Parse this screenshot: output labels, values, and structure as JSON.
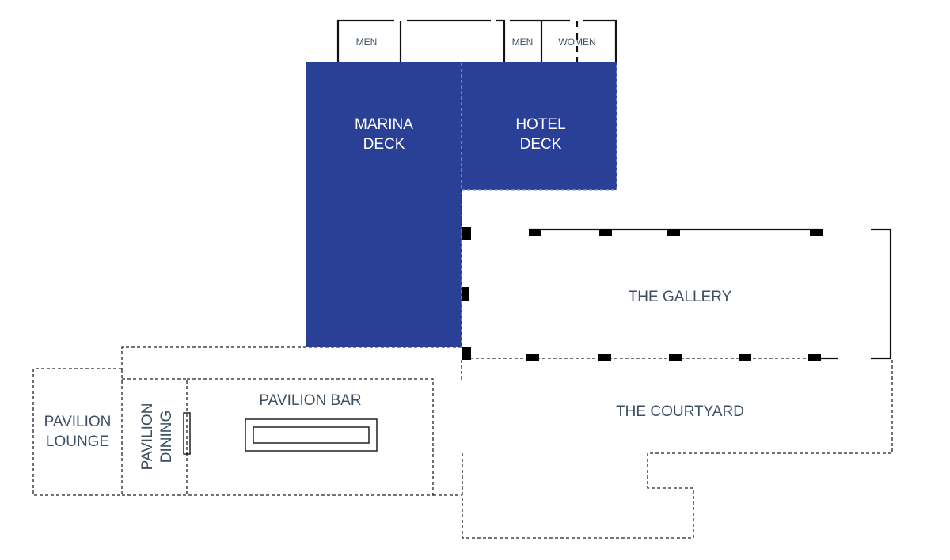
{
  "colors": {
    "deck_fill": "#2a3f96",
    "label_text": "#3d4f62",
    "deck_label_text": "#ffffff",
    "wall": "#111111",
    "background": "#ffffff"
  },
  "spaces": {
    "marina_deck": {
      "line1": "MARINA",
      "line2": "DECK",
      "highlighted": true
    },
    "hotel_deck": {
      "line1": "HOTEL",
      "line2": "DECK",
      "highlighted": true
    },
    "the_gallery": {
      "label": "THE GALLERY",
      "highlighted": false
    },
    "the_courtyard": {
      "label": "THE COURTYARD",
      "highlighted": false
    },
    "pavilion_bar": {
      "label": "PAVILION BAR",
      "highlighted": false
    },
    "pavilion_lounge": {
      "line1": "PAVILION",
      "line2": "LOUNGE",
      "highlighted": false
    },
    "pavilion_dining": {
      "line1": "PAVILION",
      "line2": "DINING",
      "highlighted": false
    }
  },
  "restrooms": {
    "men_left": "MEN",
    "men_right": "MEN",
    "women": "WOMEN"
  }
}
